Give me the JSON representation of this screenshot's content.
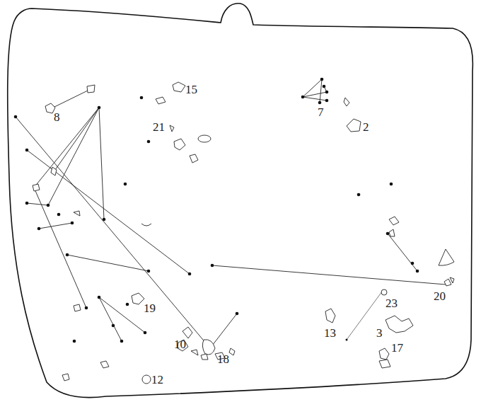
{
  "diagram": {
    "labels": [
      "8",
      "15",
      "21",
      "7",
      "2",
      "19",
      "10",
      "18",
      "12",
      "13",
      "23",
      "3",
      "20",
      "17"
    ]
  }
}
